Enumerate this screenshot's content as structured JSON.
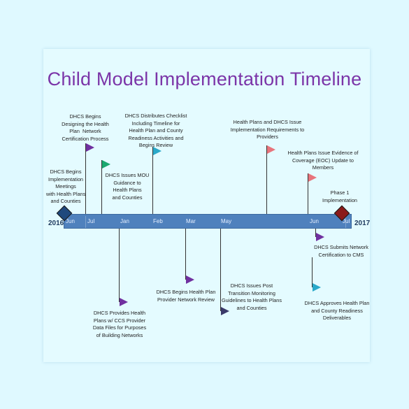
{
  "title": "Child Model Implementation Timeline",
  "years": {
    "start": "2016",
    "end": "2017"
  },
  "months": [
    "Jun",
    "Jul",
    "Jan",
    "Feb",
    "Mar",
    "May",
    "Jun",
    "Jul"
  ],
  "milestones": {
    "start": "DHCS Begins\nImplementation\nMeetings\nwith Health Plans\nand Counties",
    "end": "Phase 1\nImplementation"
  },
  "events_above": [
    {
      "label": "DHCS Begins\nDesigning the Health\nPlan  Network\nCertification Process",
      "color": "#7030a0"
    },
    {
      "label": "DHCS Issues MOU\nGuidance to\nHealth Plans\nand Counties",
      "color": "#1aa86f"
    },
    {
      "label": "DHCS Distributes Checklist\nIncluding Timeline for\nHealth Plan and County\nReadiness Activities and\nBegins Review",
      "color": "#2aa9c9"
    },
    {
      "label": "Health Plans and DHCS Issue\nImplementation Requirements to\nProviders",
      "color": "#e8747c"
    },
    {
      "label": "Health Plans Issue Evidence of\nCoverage (EOC) Update to\nMembers",
      "color": "#e8747c"
    }
  ],
  "events_below": [
    {
      "label": "DHCS Provides Health\nPlans w/ CCS Provider\nData Files for Purposes\nof Building Networks",
      "color": "#7030a0"
    },
    {
      "label": "DHCS Begins Health Plan\nProvider Network Review",
      "color": "#7030a0"
    },
    {
      "label": "DHCS Issues Post\nTransition Monitoring\nGuidelines to Health Plans\nand Counties",
      "color": "#3a3a6a"
    },
    {
      "label": "DHCS Submits Network\nCertification to CMS",
      "color": "#7030a0"
    },
    {
      "label": "DHCS Approves Health Plan\nand County Readiness\nDeliverables",
      "color": "#2aa9c9"
    }
  ]
}
